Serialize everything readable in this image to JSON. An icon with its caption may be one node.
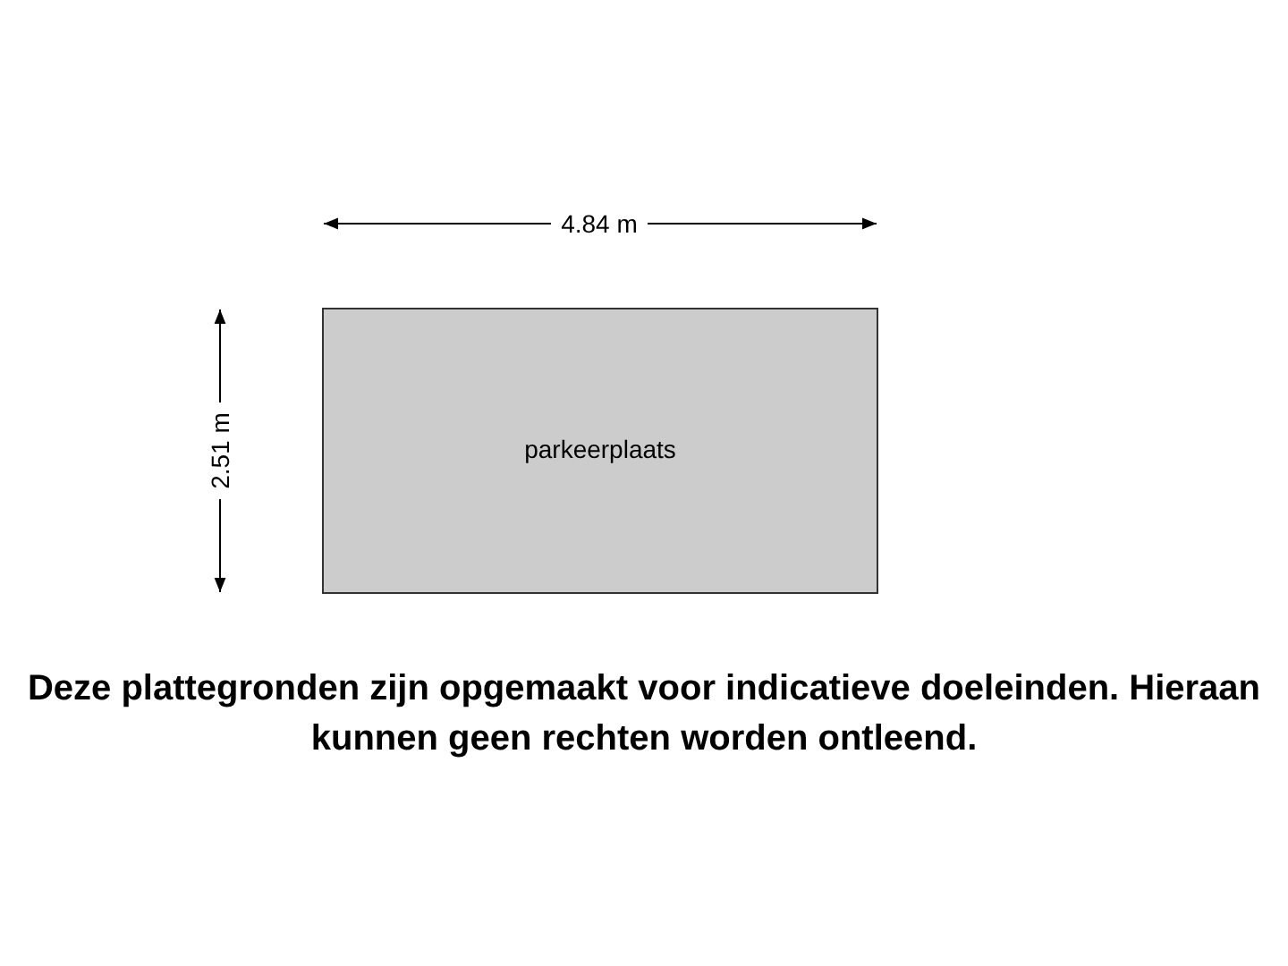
{
  "diagram": {
    "nodes": [
      {
        "text": [
          "parkeerplaats"
        ]
      }
    ],
    "edges": [],
    "labels": [
      "4.84 m",
      "2.51 m"
    ],
    "caption": "Deze plattegronden zijn opgemaakt voor indicatieve doeleinden. Hieraan kunnen geen rechten worden ontleend."
  }
}
